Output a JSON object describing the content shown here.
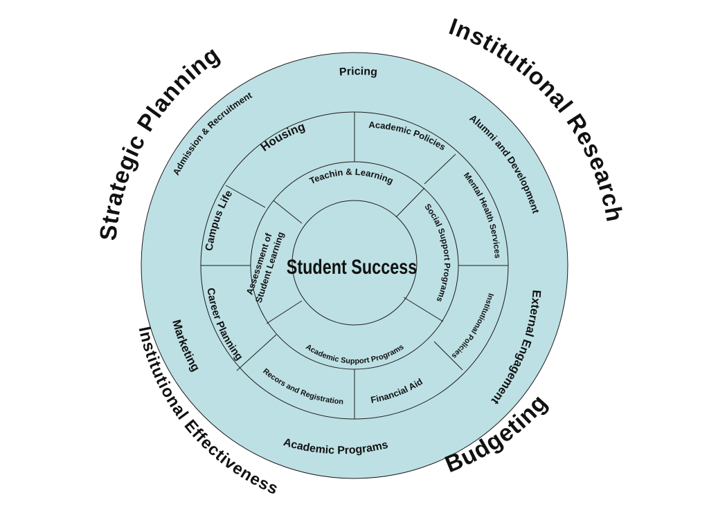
{
  "colors": {
    "ring_fill": "#bde0e4",
    "stroke": "#1a1a1a",
    "text": "#111111",
    "background": "#ffffff"
  },
  "outer_labels": {
    "strategic_planning": "Strategic Planning",
    "institutional_research": "Institutional Research",
    "budgeting": "Budgeting",
    "institutional_effectiveness": "Institutional Effectiveness"
  },
  "ring_outer": {
    "pricing": "Pricing",
    "alumni": "Alumni and Development",
    "external": "External Engagement",
    "academic_programs": "Academic Programs",
    "marketing": "Marketing",
    "admission": "Admission & Recruitment"
  },
  "ring_middle": {
    "housing": "Housing",
    "academic_policies": "Academic Policies",
    "mental_health": "Mental Health Services",
    "institutional_policies": "Institutional Policies",
    "financial_aid": "Financial Aid",
    "records": "Recors and Registration",
    "career_planning": "Career Planning",
    "campus_life": "Campus Life"
  },
  "ring_inner": {
    "teaching": "Teachin & Learning",
    "social_support": "Social Support Programs",
    "academic_support": "Academic Support Programs",
    "assessment_line1": "Assessment of",
    "assessment_line2": "Student Learning"
  },
  "center": {
    "label": "Student Success"
  }
}
